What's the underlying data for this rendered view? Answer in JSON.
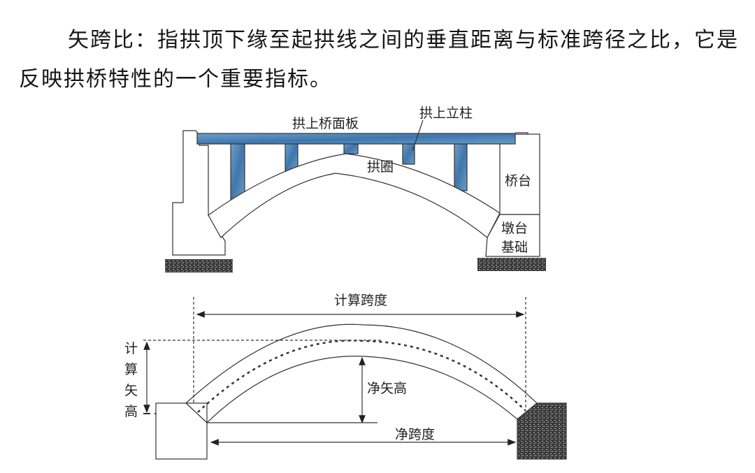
{
  "paragraph": "矢跨比：指拱顶下缘至起拱线之间的垂直距离与标准跨径之比，它是反映拱桥特性的一个重要指标。",
  "top_diagram": {
    "deck_label": "拱上桥面板",
    "column_label": "拱上立柱",
    "arch_label": "拱圈",
    "abutment_label": "桥台",
    "foundation_label_1": "墩台",
    "foundation_label_2": "基础"
  },
  "bottom_diagram": {
    "calc_span_label": "计算跨度",
    "calc_rise_chars": [
      "计",
      "算",
      "矢",
      "高"
    ],
    "net_rise_label": "净矢高",
    "net_span_label": "净跨度"
  },
  "colors": {
    "deck": "#4f86b8",
    "ground": "#3a3a3a",
    "line": "#333333"
  }
}
